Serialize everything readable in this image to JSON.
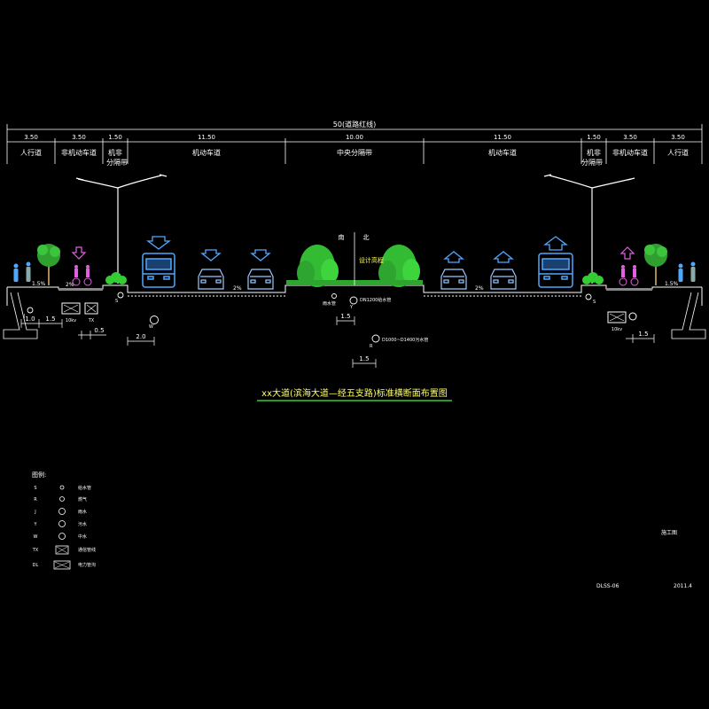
{
  "dims": {
    "total": "50(道路红线)",
    "segments": [
      "3.50",
      "3.50",
      "1.50",
      "11.50",
      "10.00",
      "11.50",
      "1.50",
      "3.50",
      "3.50"
    ],
    "names_left": [
      "人行道",
      "非机动车道",
      "机非",
      "分隔带",
      "机动车道"
    ],
    "name_center": "中央分隔带",
    "names_right": [
      "机动车道",
      "机非",
      "分隔带",
      "非机动车道",
      "人行道"
    ]
  },
  "labels": {
    "south": "南",
    "north": "北",
    "design_elev": "设计高程",
    "pipe_center": "DN1200给水管",
    "rain_pipe": "雨水管",
    "sewer_pipe": "D1000~D1400污水管",
    "power_left": "2.0",
    "slope_l_walk": "1.5%",
    "slope_r_walk": "1.5%",
    "slope_bike": "2%",
    "slope_car": "2%",
    "cable_l": "10kv",
    "cable_r": "10kv",
    "tx": "TX",
    "dim_a": "1.0",
    "dim_b": "1.5",
    "dim_c": "0.5",
    "dim_d": "2.0",
    "dim_e": "1.5",
    "dim_f": "1.5",
    "dim_g": "1.5",
    "pipe_s": "S",
    "pipe_r": "R",
    "pipe_j": "J",
    "pipe_y": "Y",
    "pipe_w": "W"
  },
  "title": "xx大道(滨海大道—经五支路)标准横断面布置图",
  "legend": {
    "heading": "图例:",
    "items": [
      {
        "code": "S",
        "name": "给水管"
      },
      {
        "code": "R",
        "name": "燃气"
      },
      {
        "code": "J",
        "name": "雨水"
      },
      {
        "code": "Y",
        "name": "污水"
      },
      {
        "code": "W",
        "name": "中水"
      },
      {
        "code": "TX",
        "name": "通信管线"
      },
      {
        "code": "DL",
        "name": "电力管沟"
      }
    ]
  },
  "footer": {
    "unit": "施工图",
    "drawing_no": "DLSS-06",
    "date": "2011.4"
  },
  "colors": {
    "line": "#ffffff",
    "title": "#ffff66",
    "bus": "#4fa8ff",
    "arrow": "#4fa8ff",
    "bike": "#e060e0",
    "tree": "#2fa02f",
    "shrub": "#33cc33",
    "pedestrian": "#4fa8ff",
    "underline": "#33cc33"
  }
}
